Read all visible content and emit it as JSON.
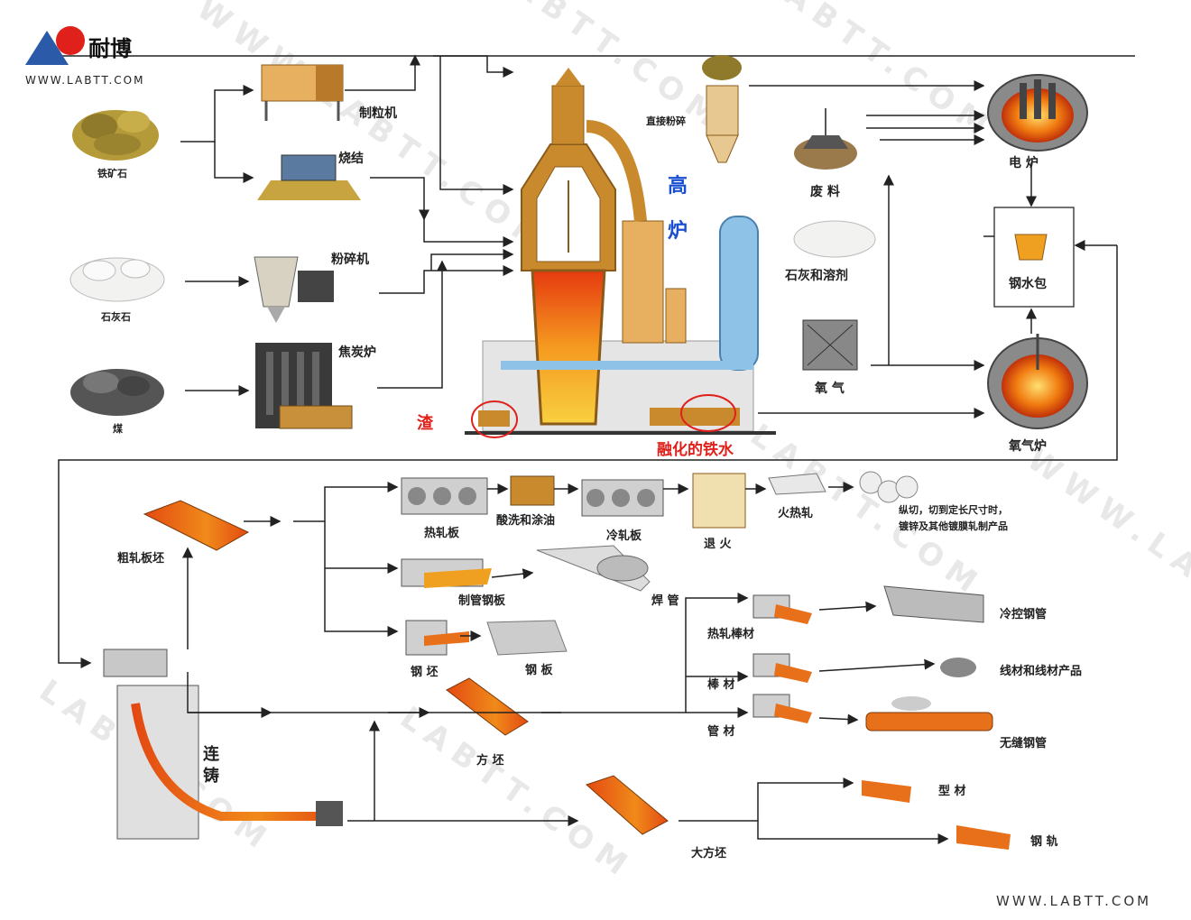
{
  "brand": {
    "logo_text": "耐博",
    "url_top": "WWW.LABTT.COM",
    "url_bottom": "WWW.LABTT.COM"
  },
  "watermarks": [
    "LABTT.COM",
    "WWW.LABTT.COM",
    "LABTT.COM",
    "WWW.LABTT.COM",
    "WWW.LABTT.COM",
    "LABTT.COM",
    "LABTT.COM"
  ],
  "labels": {
    "iron_ore": "铁矿石",
    "pelletizer": "制粒机",
    "sintering": "烧结",
    "limestone": "石灰石",
    "crusher": "粉碎机",
    "coke_oven": "焦炭炉",
    "coal": "煤",
    "blast_furnace_1": "高",
    "blast_furnace_2": "炉",
    "slag": "渣",
    "molten_iron": "融化的铁水",
    "direct_crush": "直接粉碎",
    "scrap": "废 料",
    "lime_flux": "石灰和溶剂",
    "oxygen": "氧 气",
    "electric_furnace": "电 炉",
    "ladle": "钢水包",
    "oxygen_furnace": "氧气炉",
    "rough_slab": "粗轧板坯",
    "hot_rolled_plate": "热轧板",
    "pickling": "酸洗和涂油",
    "cold_rolled_plate": "冷轧板",
    "annealing": "退 火",
    "fire_hot_rolling": "火热轧",
    "slitting_note_1": "纵切，切到定长尺寸时，",
    "slitting_note_2": "镀锌及其他镀膜轧制产品",
    "pipe_plate": "制管钢板",
    "welded_pipe": "焊 管",
    "billet": "钢 坯",
    "steel_plate": "钢 板",
    "hot_rolled_bar": "热轧棒材",
    "bar": "棒 材",
    "tube": "管 材",
    "cold_drawn_steel": "冷控钢管",
    "wire_products": "线材和线材产品",
    "seamless_pipe": "无缝钢管",
    "square_billet": "方 坯",
    "continuous_casting_1": "连",
    "continuous_casting_2": "铸",
    "bloom": "大方坯",
    "section_steel": "型 材",
    "rail": "钢 轨"
  },
  "colors": {
    "brown": "#c98a2e",
    "brown_dark": "#8a5a1a",
    "hot_orange": "#f07a10",
    "molten_red": "#e63a10",
    "blue_stack": "#8ec2e6",
    "red_text": "#e0201a",
    "blue_text": "#1a4fd0",
    "line": "#222222"
  }
}
